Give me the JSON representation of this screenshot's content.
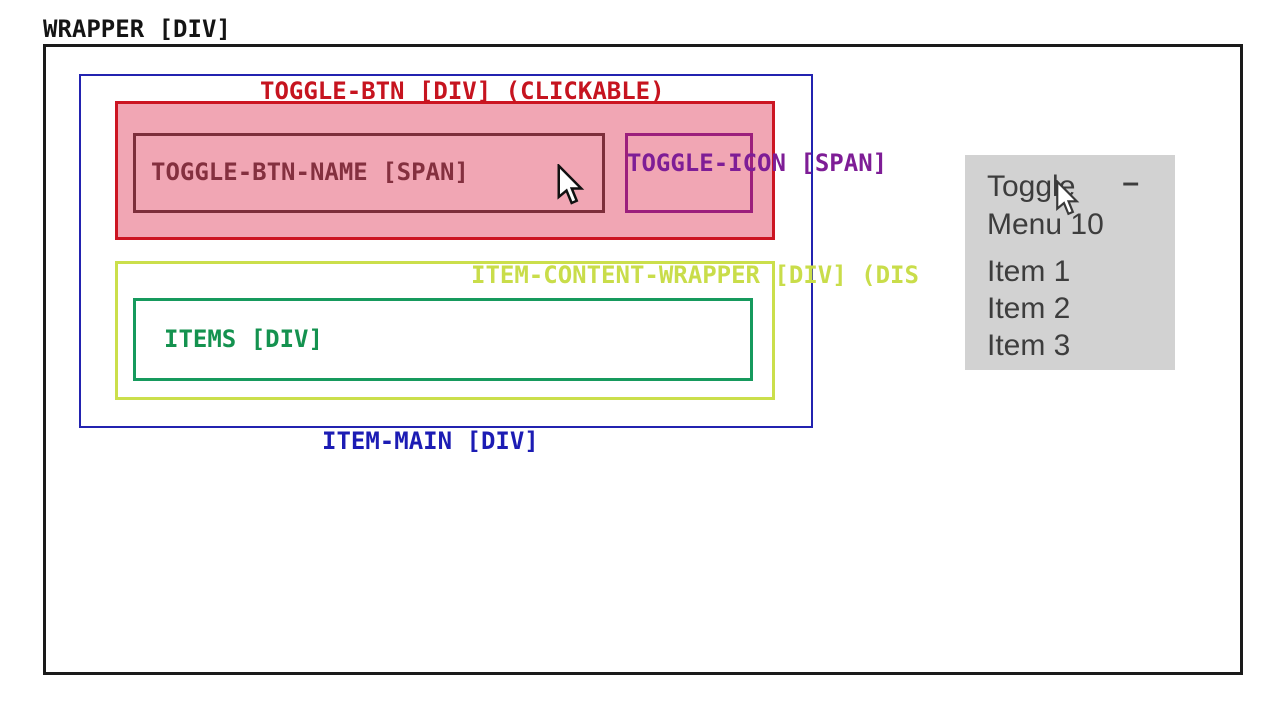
{
  "diagram": {
    "wrapper": {
      "label": "WRAPPER [DIV]"
    },
    "item_main": {
      "label": "ITEM-MAIN [DIV]"
    },
    "toggle_btn": {
      "label": "TOGGLE-BTN [DIV] (CLICKABLE)"
    },
    "toggle_btn_name": {
      "label": "TOGGLE-BTN-NAME [SPAN]"
    },
    "toggle_icon": {
      "label": "TOGGLE-ICON [SPAN]"
    },
    "item_content_wrapper": {
      "label": "ITEM-CONTENT-WRAPPER [DIV] (DIS"
    },
    "items": {
      "label": "ITEMS [DIV]"
    },
    "colors": {
      "wrapper_border": "#1a1a1a",
      "item_main": "#2323b0",
      "toggle_btn_border": "#cc1522",
      "toggle_btn_fill": "#f1a6b4",
      "toggle_btn_name": "#7d2e3b",
      "toggle_icon_border": "#9c1f7c",
      "toggle_icon_text": "#7e1d96",
      "item_content_wrapper": "#cbdf4b",
      "items": "#169a5d"
    }
  },
  "menu_preview": {
    "toggle_label": "Toggle Menu 10",
    "collapse_icon": "–",
    "items": [
      "Item 1",
      "Item 2",
      "Item 3"
    ],
    "background": "#d2d2d2",
    "text_color": "#3d3d3d"
  }
}
